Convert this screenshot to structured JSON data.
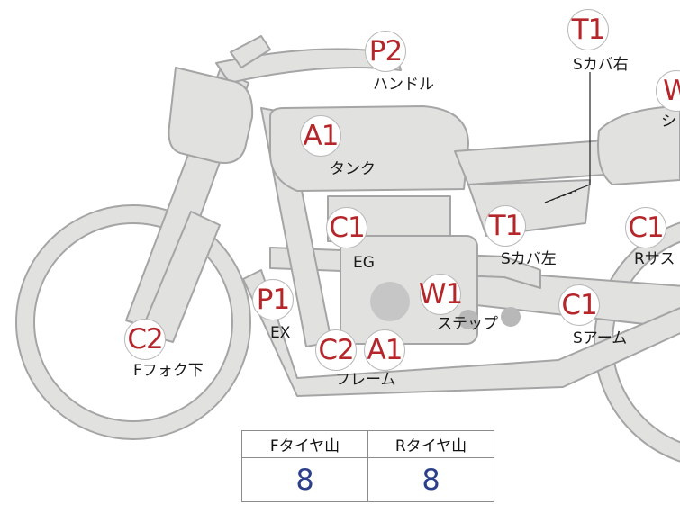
{
  "parts": [
    {
      "code": "P2",
      "label": "ハンドル"
    },
    {
      "code": "T1",
      "label": "Sカバ右"
    },
    {
      "code": "W",
      "label": "シ"
    },
    {
      "code": "A1",
      "label": "タンク"
    },
    {
      "code": "C1",
      "label": "EG"
    },
    {
      "code": "T1",
      "label": "Sカバ左"
    },
    {
      "code": "C1",
      "label": "Rサス"
    },
    {
      "code": "P1",
      "label": "EX"
    },
    {
      "code": "W1",
      "label": "ステップ"
    },
    {
      "code": "C1",
      "label": "Sアーム"
    },
    {
      "code": "C2",
      "label": "Fフォク下"
    },
    {
      "code": "C2",
      "label": ""
    },
    {
      "code": "A1",
      "label": "フレーム"
    }
  ],
  "tire_table": {
    "headers": [
      "Fタイヤ山",
      "Rタイヤ山"
    ],
    "values": [
      "8",
      "8"
    ]
  },
  "colors": {
    "code_text": "#b5262b",
    "value_text": "#2c3f8a",
    "body_fill": "#e1e1df",
    "body_stroke": "#a5a5a5"
  }
}
